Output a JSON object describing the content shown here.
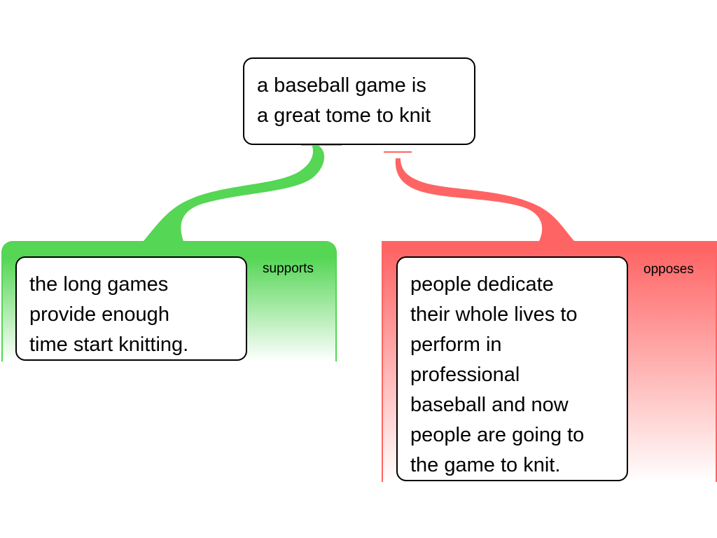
{
  "claim": {
    "lines": [
      "a baseball game is",
      "a great tome to knit"
    ]
  },
  "support": {
    "relation": "supports",
    "lines": [
      "the long games",
      "provide enough",
      "time start knitting."
    ]
  },
  "oppose": {
    "relation": "opposes",
    "lines": [
      "people dedicate",
      "their whole lives to",
      "perform in",
      "professional",
      "baseball and now",
      "people are going to",
      "the game to knit."
    ]
  },
  "colors": {
    "support": "#55d655",
    "oppose": "#ff6464",
    "border": "#000000"
  }
}
